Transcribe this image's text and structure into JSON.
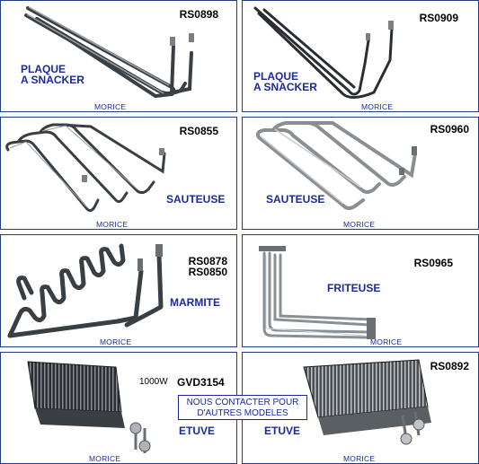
{
  "products": [
    {
      "ref": "RS0898",
      "application": [
        "PLAQUE",
        "A SNACKER"
      ],
      "brand": "MORICE"
    },
    {
      "ref": "RS0909",
      "application": [
        "PLAQUE",
        "A SNACKER"
      ],
      "brand": "MORICE"
    },
    {
      "ref": "RS0855",
      "application": [
        "SAUTEUSE"
      ],
      "brand": "MORICE"
    },
    {
      "ref": "RS0960",
      "application": [
        "SAUTEUSE"
      ],
      "brand": "MORICE"
    },
    {
      "ref": [
        "RS0878",
        "RS0850"
      ],
      "application": [
        "MARMITE"
      ],
      "brand": "MORICE"
    },
    {
      "ref": "RS0965",
      "application": [
        "FRITEUSE"
      ],
      "brand": "MORICE"
    },
    {
      "ref": "GVD3154",
      "power": "1000W",
      "application": [
        "ETUVE"
      ],
      "brand": "MORICE"
    },
    {
      "ref": "RS0892",
      "application": [
        "ETUVE"
      ],
      "brand": "MORICE"
    }
  ],
  "contact": [
    "NOUS CONTACTER POUR",
    "D'AUTRES MODELES"
  ],
  "colors": {
    "label_blue": "#1a2a9a",
    "border": "#1f3f7f",
    "element_dark": "#3a3f44",
    "element_light": "#9aa0a4"
  },
  "icons": [
    "heating-element-image",
    "finned-element-image"
  ]
}
